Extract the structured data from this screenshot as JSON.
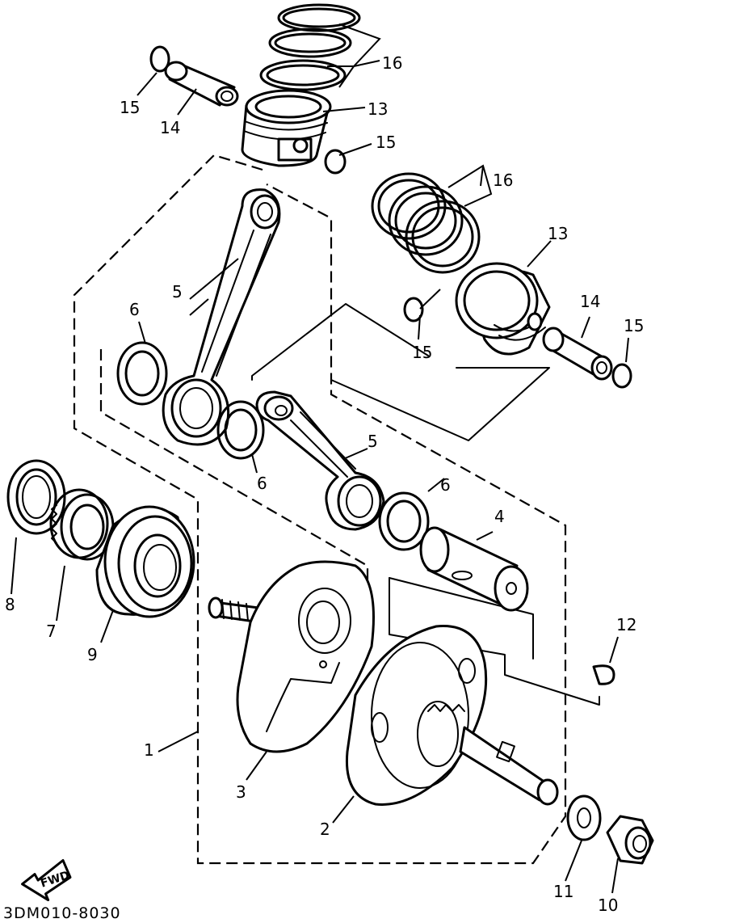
{
  "diagram_code": "3DM010-8030",
  "fwd_marker": "FWD",
  "callouts": {
    "c1": "1",
    "c2": "2",
    "c3": "3",
    "c4": "4",
    "c5a": "5",
    "c5b": "5",
    "c6a": "6",
    "c6b": "6",
    "c6c": "6",
    "c7": "7",
    "c8": "8",
    "c9": "9",
    "c10": "10",
    "c11": "11",
    "c12": "12",
    "c13a": "13",
    "c13b": "13",
    "c14a": "14",
    "c14b": "14",
    "c15a": "15",
    "c15b": "15",
    "c15c": "15",
    "c15d": "15",
    "c16a": "16",
    "c16b": "16"
  }
}
